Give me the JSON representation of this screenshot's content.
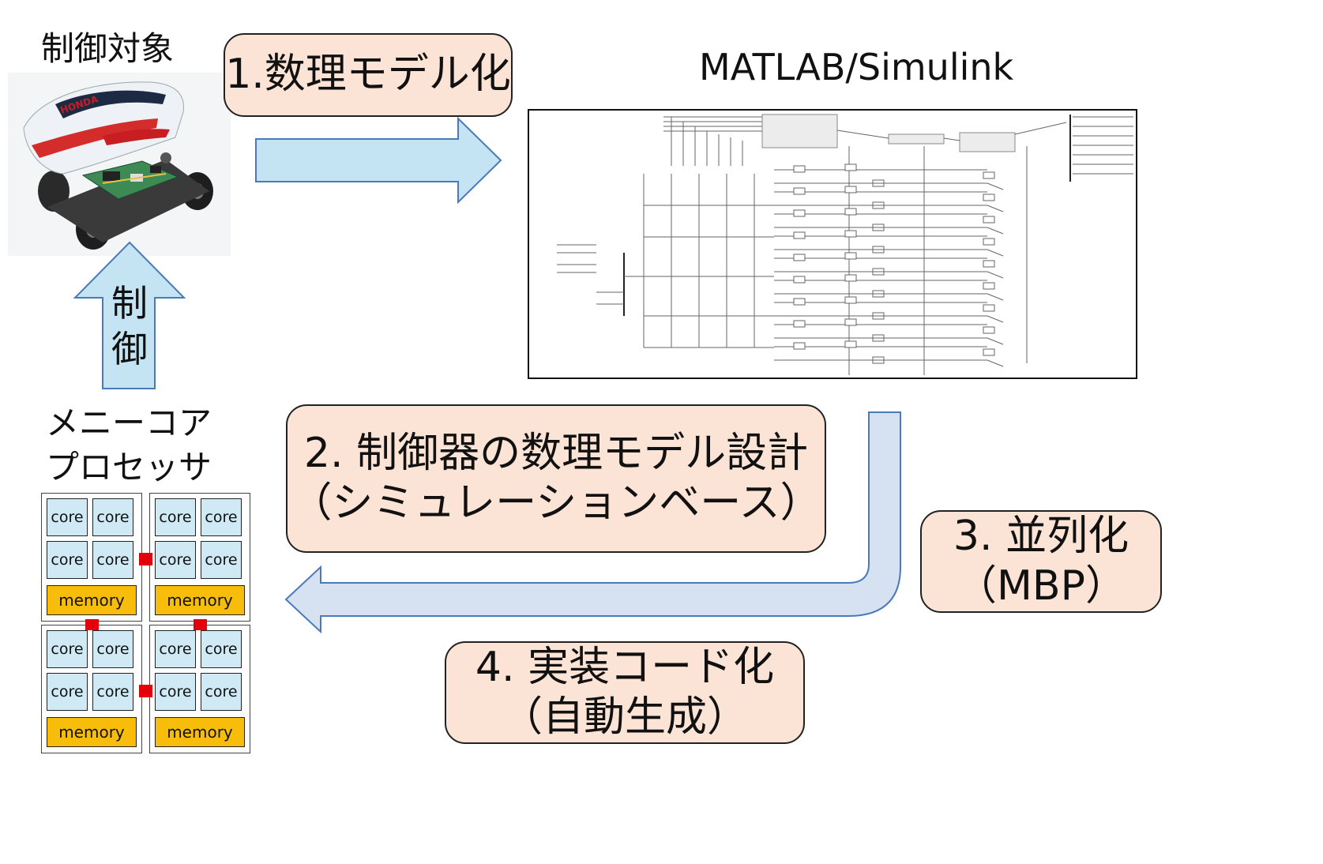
{
  "plant": {
    "label": "制御対象",
    "car_text": "HONDA"
  },
  "control_arrow": {
    "label": "制御"
  },
  "processor": {
    "label_lines": [
      "メニーコア",
      "プロセッサ"
    ],
    "clusters": [
      {
        "cores": [
          "core",
          "core",
          "core",
          "core"
        ],
        "memory": "memory"
      },
      {
        "cores": [
          "core",
          "core",
          "core",
          "core"
        ],
        "memory": "memory"
      },
      {
        "cores": [
          "core",
          "core",
          "core",
          "core"
        ],
        "memory": "memory"
      },
      {
        "cores": [
          "core",
          "core",
          "core",
          "core"
        ],
        "memory": "memory"
      }
    ]
  },
  "steps": {
    "modeling": "1.数理モデル化",
    "design": {
      "line1": "2. 制御器の数理モデル設計",
      "line2": "（シミュレーションベース）"
    },
    "parallel": {
      "line1": "3. 並列化",
      "line2": "（MBP）"
    },
    "codegen": {
      "line1": "4. 実装コード化",
      "line2": "（自動生成）"
    }
  },
  "simulink": {
    "title": "MATLAB/Simulink"
  },
  "colors": {
    "step_fill": "#fbe4d6",
    "arrow_fill": "#c5e4f3",
    "arrow_stroke": "#4a7ab8",
    "return_arrow_fill": "#d6e2f1",
    "core_fill": "#cfe9f5",
    "memory_fill": "#f7bd0a",
    "link": "#e4000b"
  }
}
